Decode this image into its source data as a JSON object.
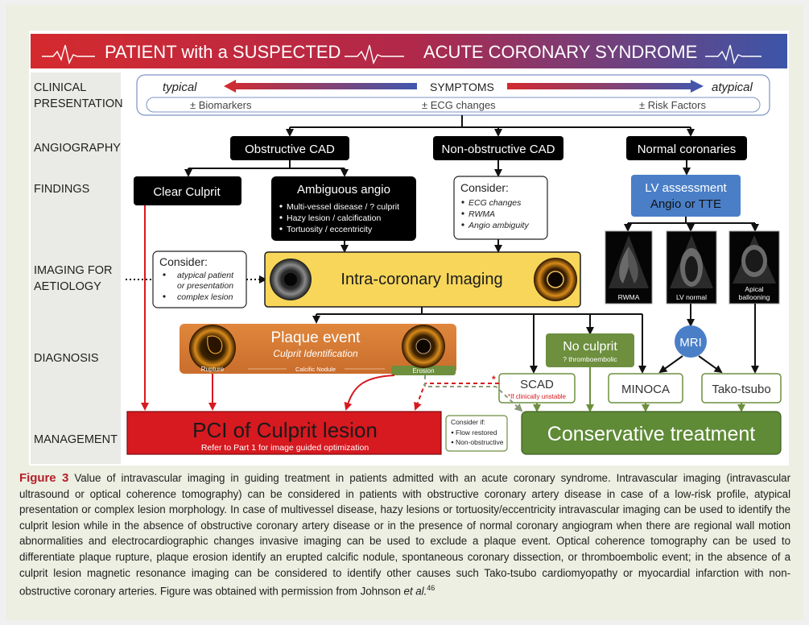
{
  "banner": {
    "left": "PATIENT with a SUSPECTED",
    "right": "ACUTE CORONARY SYNDROME"
  },
  "row_labels": {
    "clinical_1": "CLINICAL",
    "clinical_2": "PRESENTATION",
    "angiography": "ANGIOGRAPHY",
    "findings": "FINDINGS",
    "imaging_1": "IMAGING FOR",
    "imaging_2": "AETIOLOGY",
    "diagnosis": "DIAGNOSIS",
    "management": "MANAGEMENT"
  },
  "presentation": {
    "typical": "typical",
    "symptoms": "SYMPTOMS",
    "atypical": "atypical",
    "biomarkers": "± Biomarkers",
    "ecg": "± ECG changes",
    "risk": "±  Risk Factors"
  },
  "angiography": {
    "obstructive": "Obstructive CAD",
    "non_obstructive": "Non-obstructive CAD",
    "normal": "Normal coronaries"
  },
  "findings": {
    "clear_culprit": "Clear Culprit",
    "ambiguous_title": "Ambiguous angio",
    "ambiguous_items": [
      "Multi-vessel disease / ? culprit",
      "Hazy lesion / calcification",
      "Tortuosity / eccentricity"
    ],
    "consider_title": "Consider:",
    "consider_items": [
      "ECG changes",
      "RWMA",
      "Angio ambiguity"
    ],
    "lv_title": "LV assessment",
    "lv_sub": "Angio or  TTE"
  },
  "imaging": {
    "consider_title": "Consider:",
    "consider_items": [
      "atypical patient",
      "or presentation",
      "complex lesion"
    ],
    "intracoronary": "Intra-coronary Imaging",
    "echo_labels": [
      "RWMA",
      "LV normal",
      "Apical ballooning"
    ],
    "echo_label_3a": "Apical",
    "echo_label_3b": "ballooning"
  },
  "diagnosis": {
    "plaque_title": "Plaque event",
    "plaque_sub": "Culprit Identification",
    "rupture": "Rupture",
    "calcific": "Calcific Nodule",
    "erosion": "Erosion",
    "no_culprit": "No culprit",
    "thromboembolic": "? thromboembolic",
    "mri": "MRI",
    "scad": "SCAD",
    "scad_note": "*If clinically unstable",
    "star": "*",
    "minoca": "MINOCA",
    "tako": "Tako-tsubo"
  },
  "management": {
    "pci_title": "PCI of Culprit lesion",
    "pci_sub": "Refer to Part 1 for image guided optimization",
    "consider_title": "Consider if:",
    "consider_items": [
      "Flow restored",
      "Non-obstructive"
    ],
    "conservative": "Conservative treatment"
  },
  "caption": {
    "label": "Figure 3",
    "text": " Value of intravascular imaging in guiding treatment in patients admitted with an acute coronary syndrome. Intravascular imaging (intravascular ultrasound or optical coherence tomography) can be considered in patients with obstructive coronary artery disease in case of a low-risk profile, atypical presentation or complex lesion morphology. In case of multivessel disease, hazy lesions or tortuosity/eccentricity intravascular imaging can be used to identify the culprit lesion while in the absence of obstructive coronary artery disease or in the presence of normal coronary angiogram when there are regional wall motion abnormalities and electrocardiographic changes invasive imaging can be used to exclude a plaque event. Optical coherence tomography can be used to differentiate plaque rupture, plaque erosion identify an erupted calcific nodule, spontaneous coronary dissection, or thromboembolic event; in the absence of a culprit lesion magnetic resonance imaging can be considered to identify other causes such Tako-tsubo cardiomyopathy or myocardial infarction with non-obstructive coronary arteries. Figure was obtained with permission from Johnson ",
    "etal": "et al.",
    "ref": "46"
  },
  "colors": {
    "banner_red": "#d42a2e",
    "banner_blue": "#3c55a8",
    "pci_red": "#d71920",
    "conservative_green": "#5f8a36",
    "plaque_orange": "#d97a35",
    "imaging_yellow": "#f7d65a",
    "lv_blue": "#4a7fc8"
  }
}
